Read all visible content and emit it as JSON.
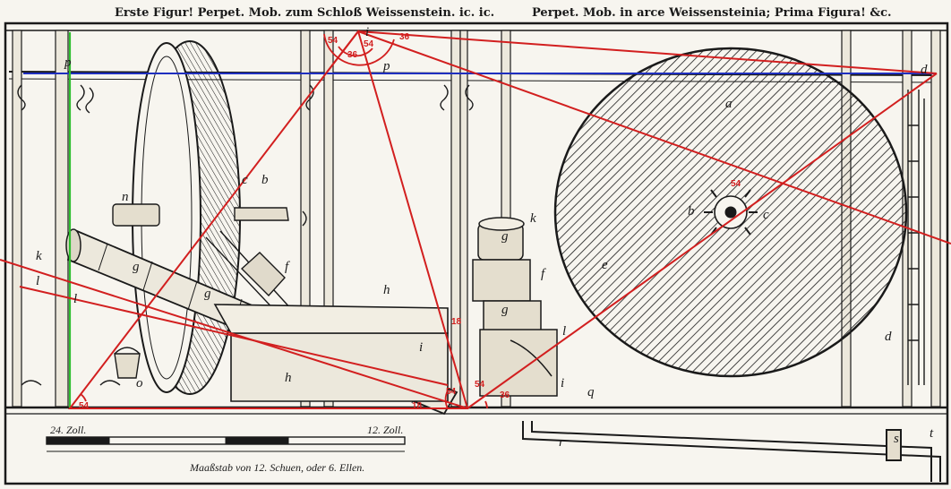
{
  "captions": {
    "left": "Erste Figur! Perpet. Mob. zum Schloß Weissenstein. ic. ic.",
    "right": "Perpet. Mob. in arce Weissensteinia; Prima Figura! &c."
  },
  "scale": {
    "label": "Maaßstab von 12. Schuen, oder 6. Ellen.",
    "left_tick": "24. Zoll.",
    "right_tick": "12. Zoll."
  },
  "letters": [
    "a",
    "b",
    "c",
    "d",
    "e",
    "f",
    "g",
    "h",
    "i",
    "k",
    "l",
    "n",
    "o",
    "p",
    "q",
    "r",
    "s",
    "t"
  ],
  "angles": [
    "54",
    "36",
    "18"
  ],
  "colors": {
    "ink": "#1a1a1a",
    "paper": "#f7f5ef",
    "construction_red": "#d21f1f",
    "horizontal_blue": "#1f2fbf",
    "vertical_green": "#2fbf2f"
  }
}
